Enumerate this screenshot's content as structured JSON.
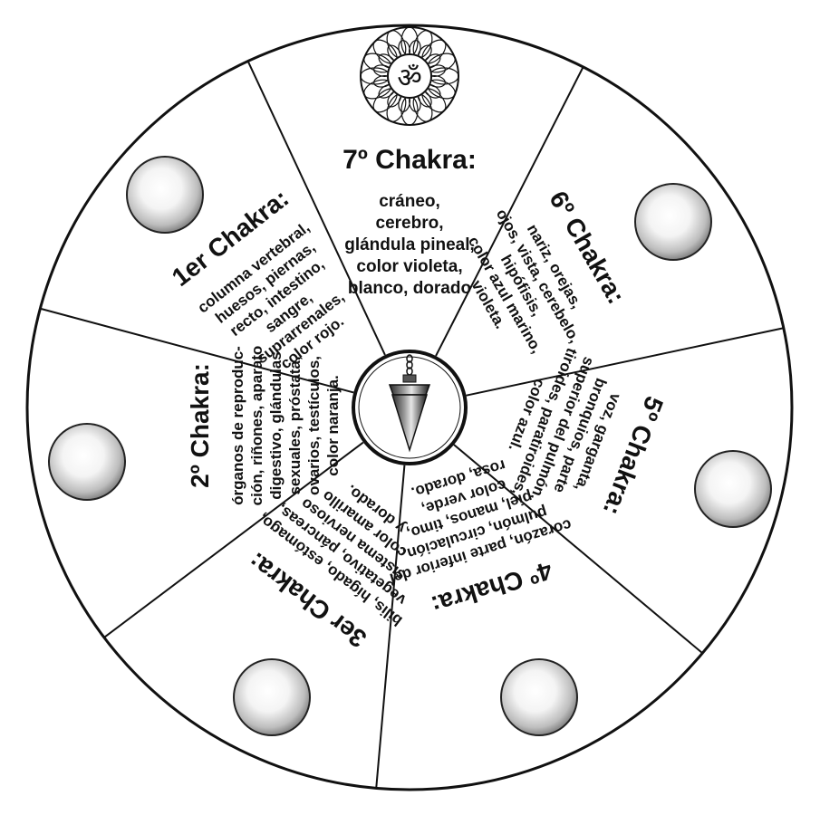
{
  "wheel": {
    "sectors": [
      {
        "id": "chakra-7",
        "title": "7º Chakra:",
        "lines": [
          "cráneo,",
          "cerebro,",
          "glándula pineal,",
          "color violeta,",
          "blanco, dorado"
        ],
        "icon": "om-lotus-icon"
      },
      {
        "id": "chakra-6",
        "title": "6º Chakra:",
        "lines": [
          "nariz, orejas,",
          "ojos, vista, cerebelo,",
          "hipófisis,",
          "color azul marino,",
          "violeta."
        ],
        "icon": "orb-icon"
      },
      {
        "id": "chakra-5",
        "title": "5º Chakra:",
        "lines": [
          "voz, garganta,",
          "bronquios, parte",
          "superior del pulmón,",
          "tiroides, paratiroides,",
          "color azul."
        ],
        "icon": "orb-icon"
      },
      {
        "id": "chakra-4",
        "title": "4º Chakra:",
        "lines": [
          "corazón, parte inferior del",
          "pulmón, circulación,",
          "piel, manos, timo,",
          "color verde,",
          "rosa, dorado."
        ],
        "icon": "orb-icon"
      },
      {
        "id": "chakra-3",
        "title": "3er Chakra:",
        "lines": [
          "bilis, hígado, estómago,",
          "vegetativo, páncreas,",
          "sistema nervioso",
          "color amarillo",
          "y dorado."
        ],
        "icon": "orb-icon"
      },
      {
        "id": "chakra-2",
        "title": "2º Chakra:",
        "lines": [
          "órganos de reproduc-",
          "ción, riñones, aparato",
          "digestivo, glándulas",
          "sexuales, próstata,",
          "ovarios, testículos,",
          "color naranja."
        ],
        "icon": "orb-icon"
      },
      {
        "id": "chakra-1",
        "title": "1er Chakra:",
        "lines": [
          "columna vertebral,",
          "huesos, piernas,",
          "recto, intestino,",
          "sangre,",
          "suprarrenales,",
          "color rojo."
        ],
        "icon": "orb-icon"
      }
    ],
    "center_icon": "pendulum-icon",
    "top_symbol": "ॐ"
  }
}
